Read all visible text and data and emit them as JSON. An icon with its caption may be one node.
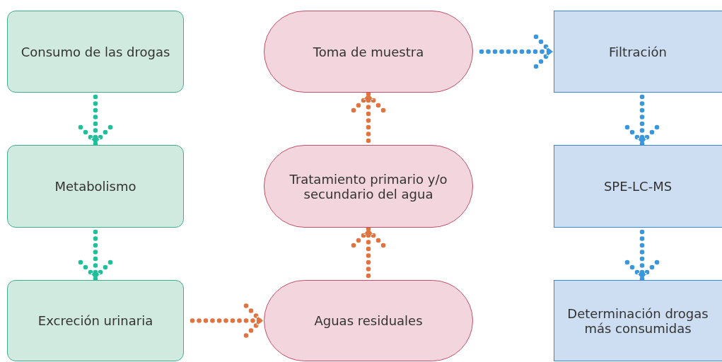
{
  "diagram": {
    "nodes": [
      {
        "text": [
          "Consumo de las drogas"
        ]
      },
      {
        "text": [
          "Metabolismo"
        ]
      },
      {
        "text": [
          "Excreción urinaria"
        ]
      },
      {
        "text": [
          "Aguas residuales"
        ]
      },
      {
        "text": [
          "Tratamiento primario y/o secundario del agua"
        ]
      },
      {
        "text": [
          "Toma de muestra"
        ]
      },
      {
        "text": [
          "Filtración"
        ]
      },
      {
        "text": [
          "SPE-LC-MS"
        ]
      },
      {
        "text": [
          "Determinación drogas más consumidas"
        ]
      }
    ],
    "edges": [
      {
        "from": 0,
        "to": 1,
        "arrow": "to",
        "style": "dashed",
        "color": "#1fbf9c"
      },
      {
        "from": 1,
        "to": 2,
        "arrow": "to",
        "style": "dashed",
        "color": "#1fbf9c"
      },
      {
        "from": 2,
        "to": 3,
        "arrow": "to",
        "style": "dashed",
        "color": "#e0733f"
      },
      {
        "from": 3,
        "to": 4,
        "arrow": "to",
        "style": "dashed",
        "color": "#e0733f"
      },
      {
        "from": 4,
        "to": 5,
        "arrow": "to",
        "style": "dashed",
        "color": "#e0733f"
      },
      {
        "from": 5,
        "to": 6,
        "arrow": "to",
        "style": "dashed",
        "color": "#3a96dd"
      },
      {
        "from": 6,
        "to": 7,
        "arrow": "to",
        "style": "dashed",
        "color": "#3a96dd"
      },
      {
        "from": 7,
        "to": 8,
        "arrow": "to",
        "style": "dashed",
        "color": "#3a96dd"
      }
    ]
  }
}
